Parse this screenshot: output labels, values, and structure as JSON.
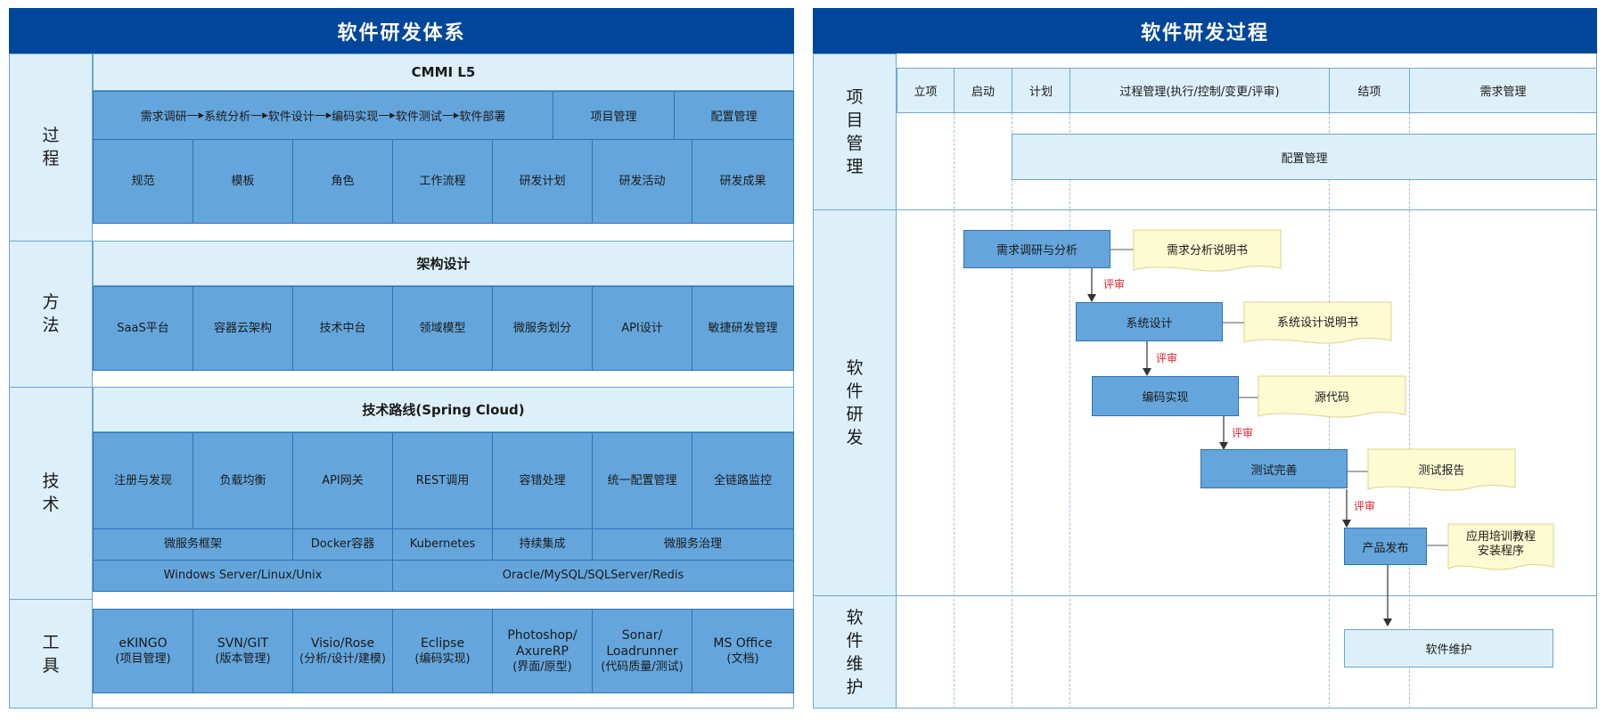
{
  "left": {
    "title": "软件研发体系",
    "sections": {
      "process": {
        "label": "过\n程",
        "subtitle": "CMMI L5",
        "flow": [
          "需求调研",
          "系统分析",
          "软件设计",
          "编码实现",
          "软件测试",
          "软件部署"
        ],
        "extras": [
          "项目管理",
          "配置管理"
        ],
        "items": [
          "规范",
          "模板",
          "角色",
          "工作流程",
          "研发计划",
          "研发活动",
          "研发成果"
        ]
      },
      "method": {
        "label": "方\n法",
        "subtitle": "架构设计",
        "items": [
          "SaaS平台",
          "容器云架构",
          "技术中台",
          "领域模型",
          "微服务划分",
          "API设计",
          "敏捷研发管理"
        ]
      },
      "tech": {
        "label": "技\n术",
        "subtitle": "技术路线(Spring Cloud)",
        "items": [
          "注册与发现",
          "负载均衡",
          "API网关",
          "REST调用",
          "容错处理",
          "统一配置管理",
          "全链路监控"
        ],
        "row2": [
          "微服务框架",
          "Docker容器",
          "Kubernetes",
          "持续集成",
          "微服务治理"
        ],
        "row3": [
          "Windows Server/Linux/Unix",
          "Oracle/MySQL/SQLServer/Redis"
        ]
      },
      "tools": {
        "label": "工\n具",
        "items": [
          [
            "eKINGO",
            "(项目管理)"
          ],
          [
            "SVN/GIT",
            "(版本管理)"
          ],
          [
            "Visio/Rose",
            "(分析/设计/建模)"
          ],
          [
            "Eclipse",
            "(编码实现)"
          ],
          [
            "Photoshop/",
            "AxureRP",
            "(界面/原型)"
          ],
          [
            "Sonar/",
            "Loadrunner",
            "(代码质量/测试)"
          ],
          [
            "MS Office",
            "(文档)"
          ]
        ]
      }
    }
  },
  "right": {
    "title": "软件研发过程",
    "rows": {
      "pm": "项\n目\n管\n理",
      "dev": "软\n件\n研\n发",
      "maint": "软\n件\n维\n护"
    },
    "phases": [
      "立项",
      "启动",
      "计划",
      "过程管理(执行/控制/变更/评审)",
      "结项",
      "需求管理"
    ],
    "config": "配置管理",
    "steps": [
      {
        "name": "需求调研与分析",
        "doc": "需求分析说明书"
      },
      {
        "name": "系统设计",
        "doc": "系统设计说明书"
      },
      {
        "name": "编码实现",
        "doc": "源代码"
      },
      {
        "name": "测试完善",
        "doc": "测试报告"
      },
      {
        "name": "产品发布",
        "doc": "应用培训教程\n安装程序"
      }
    ],
    "review": "评审",
    "maintenance": "软件维护"
  },
  "colors": {
    "header": "#00469b",
    "cell": "#64a6dc",
    "light": "#ddf0fa",
    "doc": "#fdfbd2",
    "review": "#e8202a"
  }
}
